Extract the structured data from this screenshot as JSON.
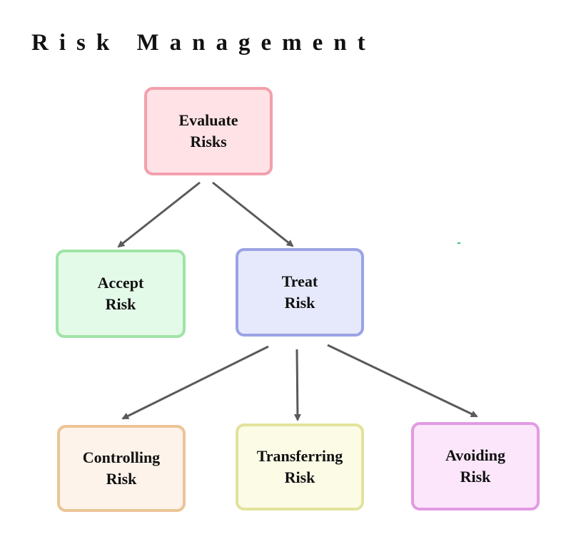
{
  "title": "Risk Management",
  "colors": {
    "arrow": "#5a5a5a",
    "evaluate_fill": "#ffe2e6",
    "evaluate_border": "#f2a0ac",
    "accept_fill": "#e4fae8",
    "accept_border": "#9ee4a6",
    "treat_fill": "#e6e9fb",
    "treat_border": "#9aa3e4",
    "controlling_fill": "#fdf3ea",
    "controlling_border": "#ecc496",
    "transferring_fill": "#fbfbe6",
    "transferring_border": "#e2e29c",
    "avoiding_fill": "#fbe6fb",
    "avoiding_border": "#e29ae2"
  },
  "nodes": {
    "evaluate": {
      "line1": "Evaluate",
      "line2": "Risks"
    },
    "accept": {
      "line1": "Accept",
      "line2": "Risk"
    },
    "treat": {
      "line1": "Treat",
      "line2": "Risk"
    },
    "controlling": {
      "line1": "Controlling",
      "line2": "Risk"
    },
    "transferring": {
      "line1": "Transferring",
      "line2": "Risk"
    },
    "avoiding": {
      "line1": "Avoiding",
      "line2": "Risk"
    }
  }
}
